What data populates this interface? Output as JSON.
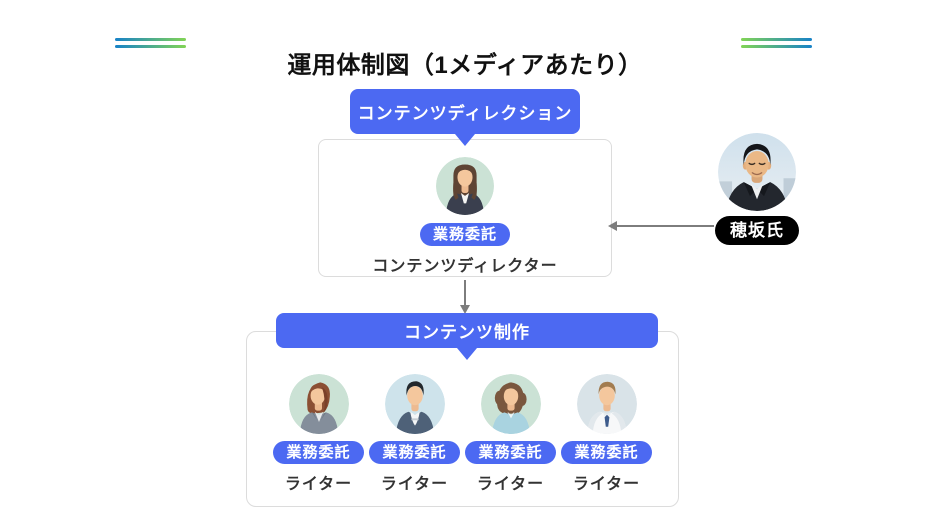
{
  "title": "運用体制図（1メディアあたり）",
  "colors": {
    "primary_blue": "#4C69F2",
    "arrow_gray": "#7D7D7D",
    "box_border": "#DCDCDC",
    "badge_black": "#000000",
    "title_text": "#111111",
    "role_text": "#333333",
    "deco_blue": "#1782C8",
    "deco_green": "#82D455",
    "background": "#FFFFFF"
  },
  "direction": {
    "banner_label": "コンテンツディレクション",
    "contract_badge": "業務委託",
    "role_label": "コンテンツディレクター"
  },
  "advisor": {
    "name_badge": "穂坂氏"
  },
  "production": {
    "banner_label": "コンテンツ制作",
    "members": [
      {
        "contract_badge": "業務委託",
        "role_label": "ライター"
      },
      {
        "contract_badge": "業務委託",
        "role_label": "ライター"
      },
      {
        "contract_badge": "業務委託",
        "role_label": "ライター"
      },
      {
        "contract_badge": "業務委託",
        "role_label": "ライター"
      }
    ]
  }
}
